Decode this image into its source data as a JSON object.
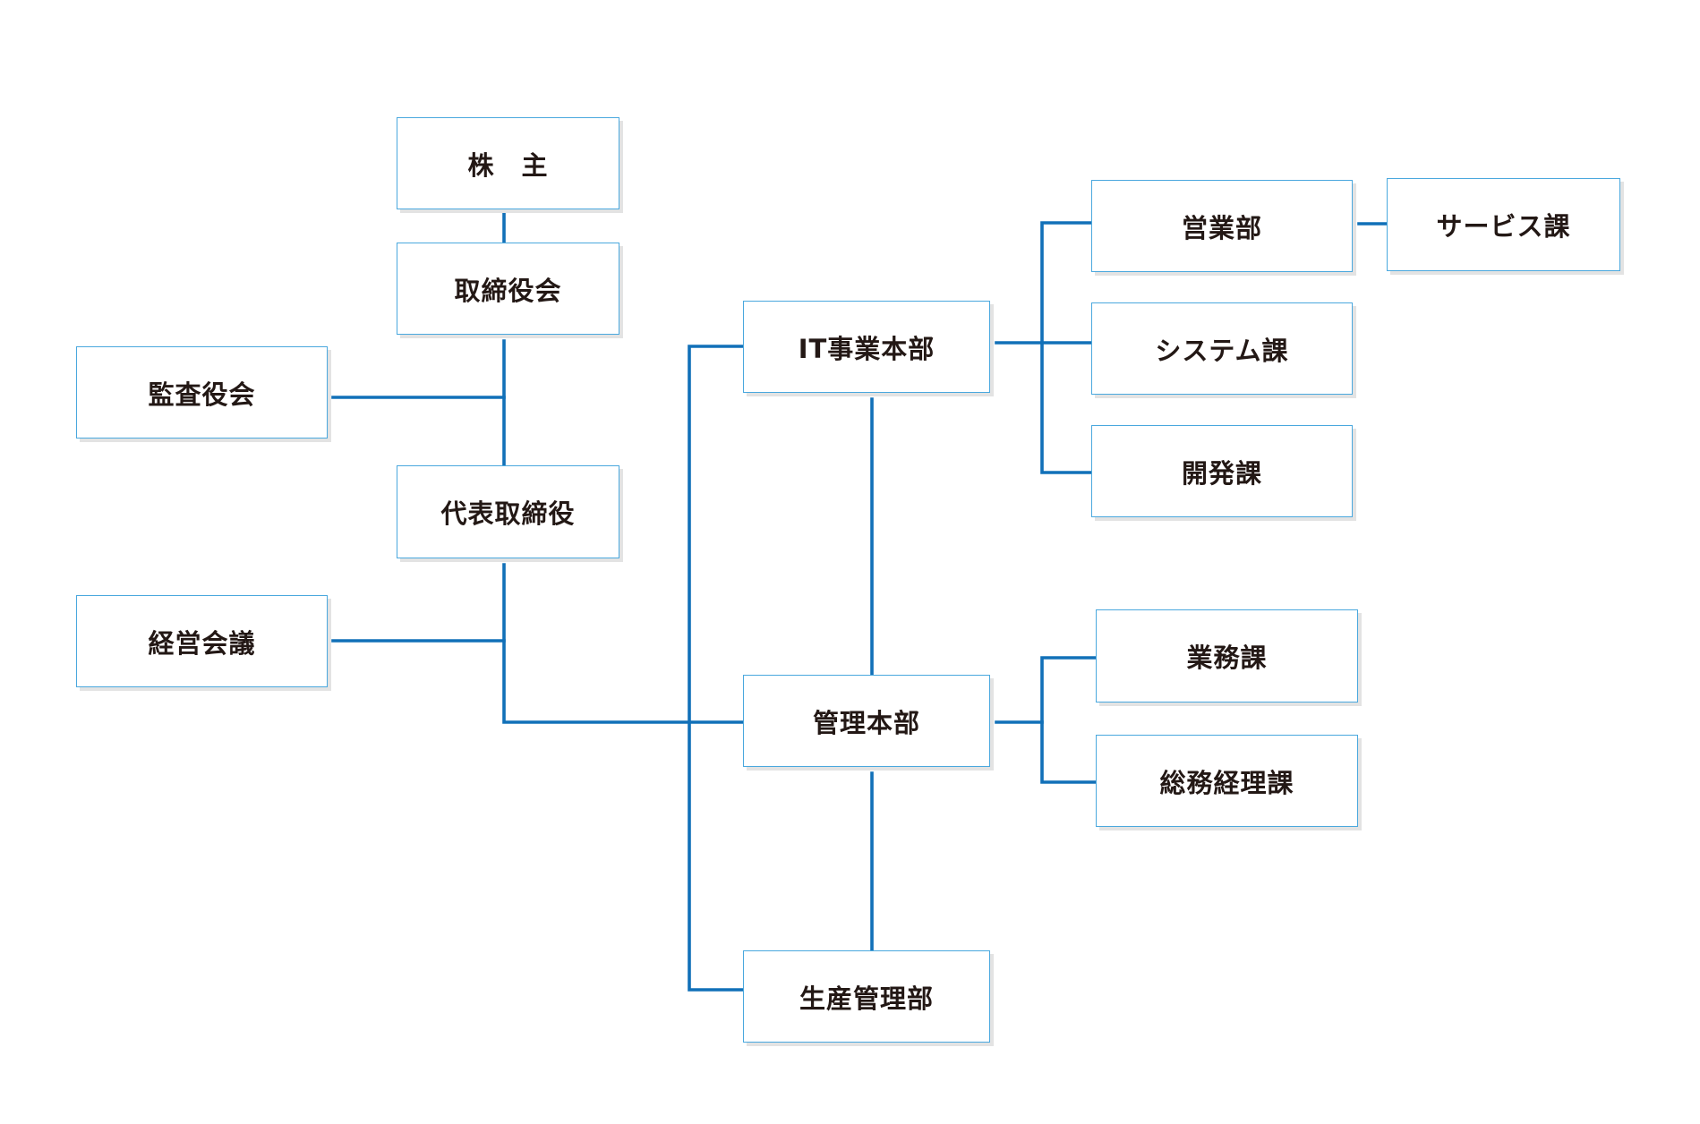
{
  "colors": {
    "line": "#1170b8",
    "border": "#4aa8de",
    "shadow": "#e3e3e3",
    "text": "#231815",
    "background": "#ffffff"
  },
  "nodes": {
    "shareholders": "株　主",
    "board": "取締役会",
    "auditors": "監査役会",
    "ceo": "代表取締役",
    "management_meeting": "経営会議",
    "it_division": "IT事業本部",
    "admin_division": "管理本部",
    "production_dept": "生産管理部",
    "sales_dept": "営業部",
    "service_section": "サービス課",
    "system_section": "システム課",
    "development_section": "開発課",
    "operations_section": "業務課",
    "general_accounting_section": "総務経理課"
  }
}
